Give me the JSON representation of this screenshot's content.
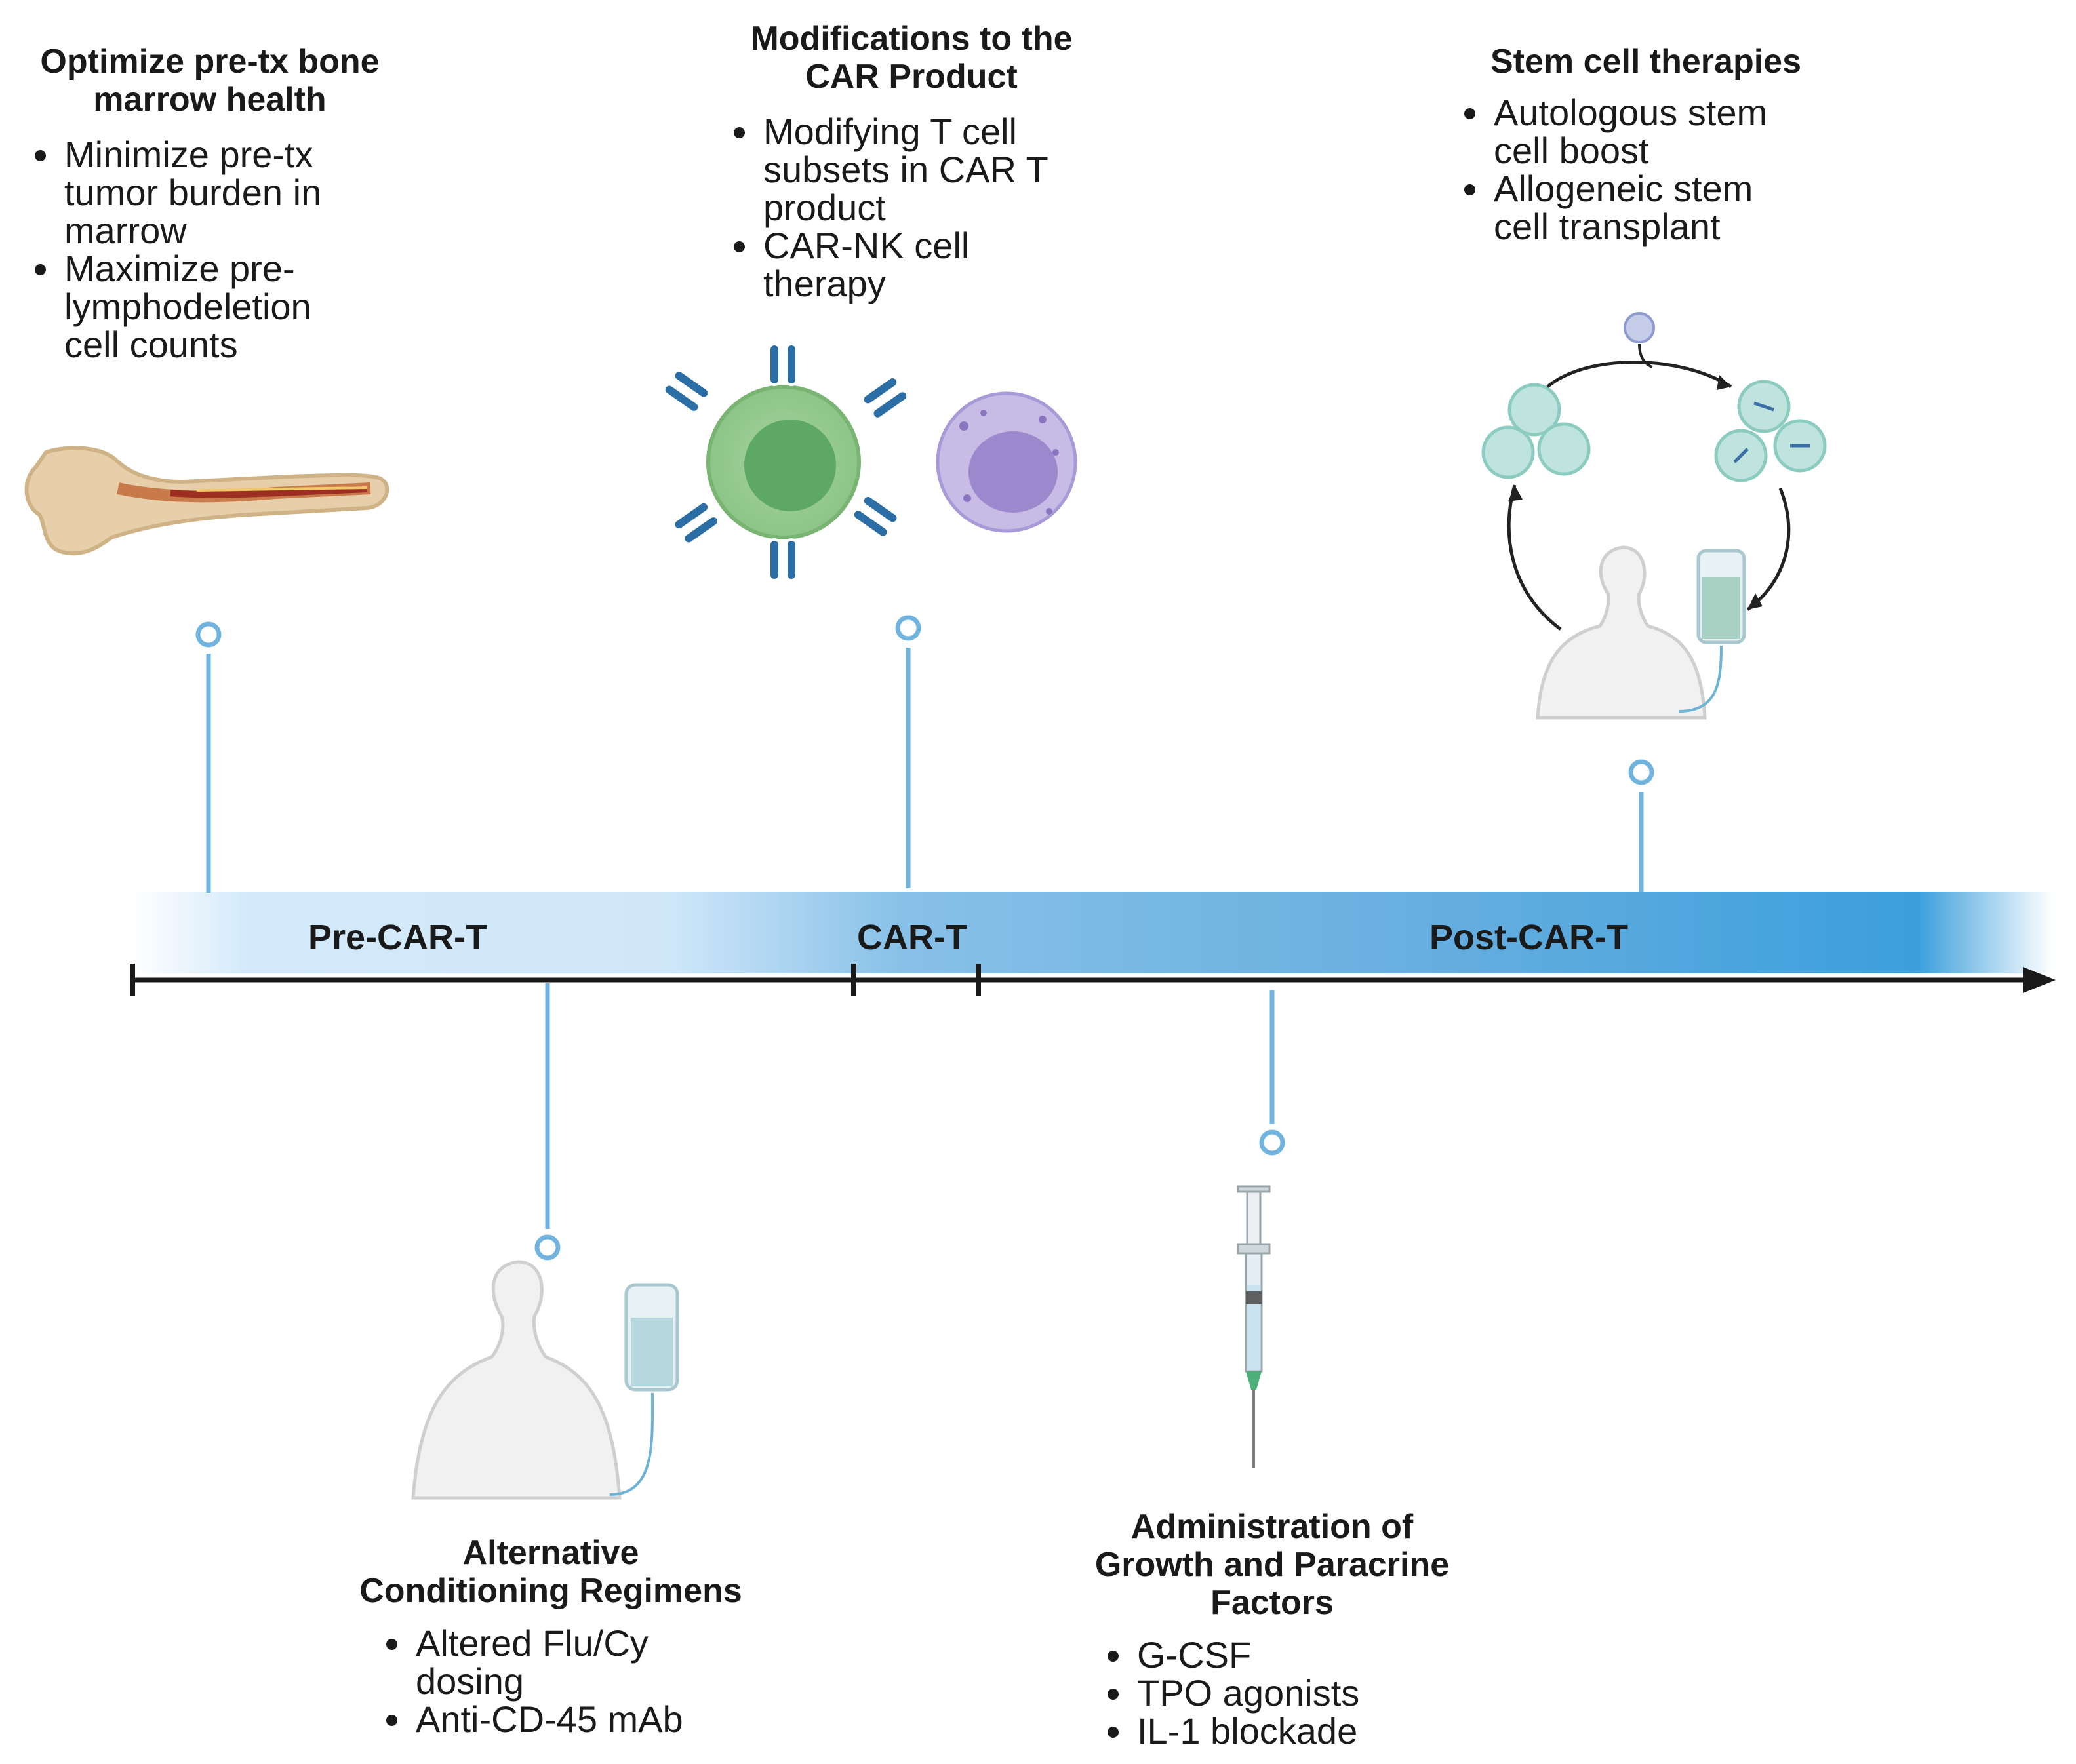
{
  "phases": {
    "pre": "Pre-CAR-T",
    "car": "CAR-T",
    "post": "Post-CAR-T"
  },
  "events": {
    "marrow": {
      "title": [
        "Optimize pre-tx bone",
        "marrow health"
      ],
      "items": [
        [
          "Minimize pre-tx",
          "tumor burden in",
          "marrow"
        ],
        [
          "Maximize pre-",
          "lymphodeletion",
          "cell counts"
        ]
      ]
    },
    "product": {
      "title": [
        "Modifications to the",
        "CAR Product"
      ],
      "items": [
        [
          "Modifying T cell",
          "subsets in CAR T",
          "product"
        ],
        [
          "CAR-NK cell",
          "therapy"
        ]
      ]
    },
    "stem": {
      "title": [
        "Stem cell therapies"
      ],
      "items": [
        [
          "Autologous stem",
          "cell boost"
        ],
        [
          "Allogeneic stem",
          "cell transplant"
        ]
      ]
    },
    "conditioning": {
      "title": [
        "Alternative",
        "Conditioning Regimens"
      ],
      "items": [
        [
          "Altered Flu/Cy",
          "dosing"
        ],
        [
          "Anti-CD-45 mAb"
        ]
      ]
    },
    "growth": {
      "title": [
        "Administration of",
        "Growth and Paracrine",
        "Factors"
      ],
      "items": [
        [
          "G-CSF"
        ],
        [
          "TPO agonists"
        ],
        [
          "IL-1 blockade"
        ]
      ]
    }
  },
  "colors": {
    "connector": "#6fb3de",
    "band_light": "#d8ecfa",
    "band_dark": "#3b9fdc",
    "axis": "#1a1a1a"
  }
}
